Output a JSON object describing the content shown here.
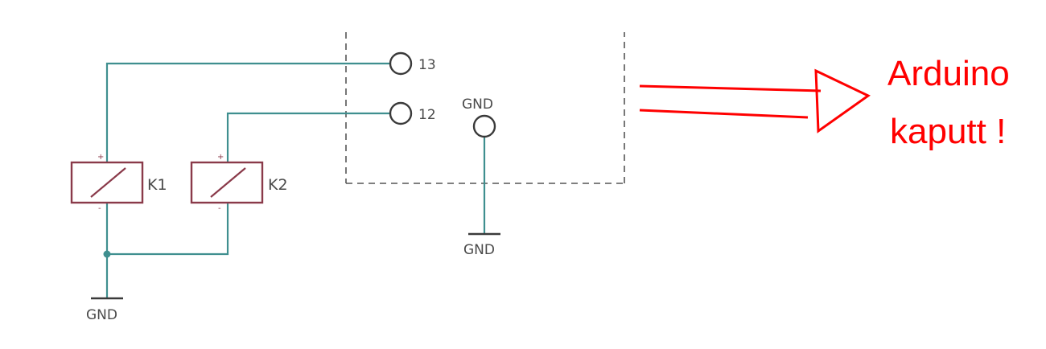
{
  "labels": {
    "pin13": "13",
    "pin12": "12",
    "gnd_board": "GND",
    "gnd_board_bottom": "GND",
    "gnd_relays": "GND",
    "relay1": "K1",
    "relay2": "K2",
    "plus": "+",
    "minus": "-"
  },
  "annotation": {
    "line1": "Arduino",
    "line2": "kaputt !"
  },
  "colors": {
    "wire": "#3f8f8f",
    "relay": "#8a3a4a",
    "pin": "#3a3a3a",
    "board_outline": "#555555",
    "annotation": "#ff0000"
  }
}
